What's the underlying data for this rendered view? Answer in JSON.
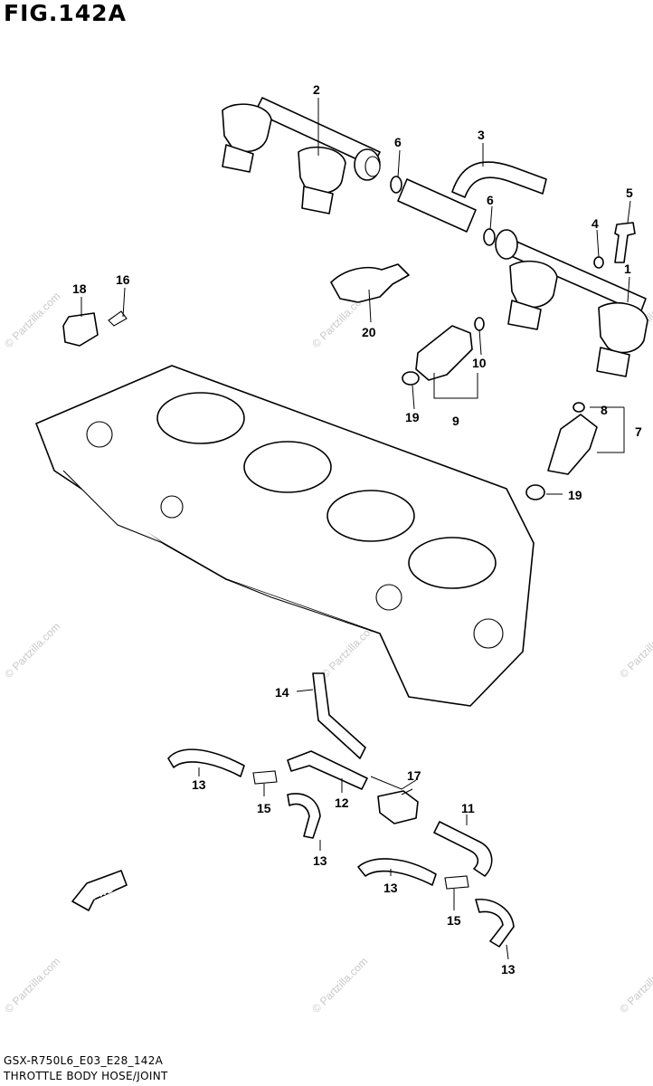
{
  "figure": {
    "title": "FIG.142A",
    "footer_code": "GSX-R750L6_E03_E28_142A",
    "footer_title": "THROTTLE BODY HOSE/JOINT",
    "fwd_label": "FWD"
  },
  "watermark": "© Partzilla.com",
  "callouts": [
    "2",
    "6",
    "3",
    "6",
    "5",
    "4",
    "1",
    "16",
    "18",
    "20",
    "10",
    "19",
    "9",
    "8",
    "7",
    "19",
    "14",
    "17",
    "13",
    "15",
    "12",
    "11",
    "13",
    "13",
    "15",
    "13"
  ]
}
